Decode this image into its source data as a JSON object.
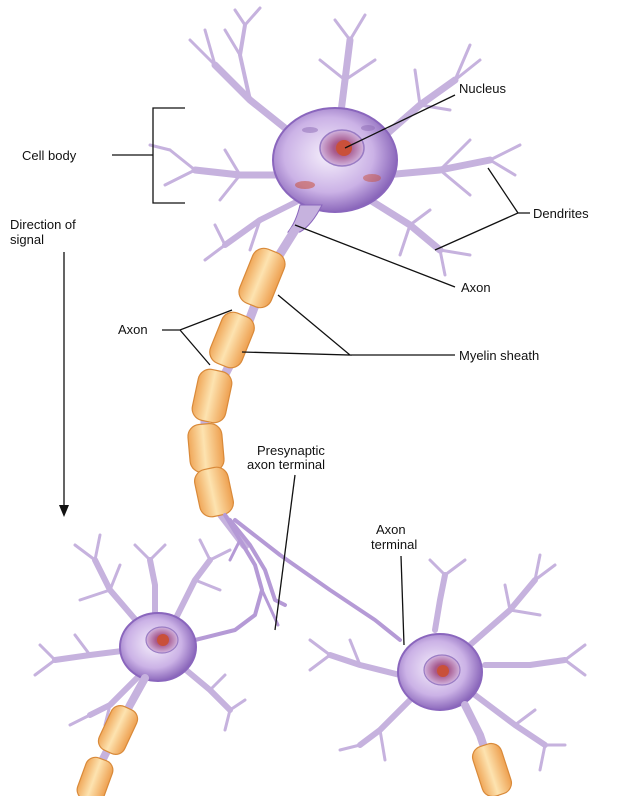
{
  "labels": {
    "cell_body": "Cell body",
    "direction_line1": "Direction of",
    "direction_line2": "signal",
    "nucleus": "Nucleus",
    "dendrites": "Dendrites",
    "axon_upper": "Axon",
    "axon_left": "Axon",
    "myelin_sheath": "Myelin sheath",
    "presynaptic_line1": "Presynaptic",
    "presynaptic_line2": "axon terminal",
    "axon_terminal_line1": "Axon",
    "axon_terminal_line2": "terminal"
  },
  "colors": {
    "membrane": "#b89ad6",
    "membrane_dark": "#7b55b0",
    "soma_inner": "#f4eefb",
    "nucleus": "#d9c3ec",
    "nucleolus": "#c9503a",
    "myelin": "#f5b870",
    "myelin_light": "#fde3b0",
    "line": "#111111"
  }
}
